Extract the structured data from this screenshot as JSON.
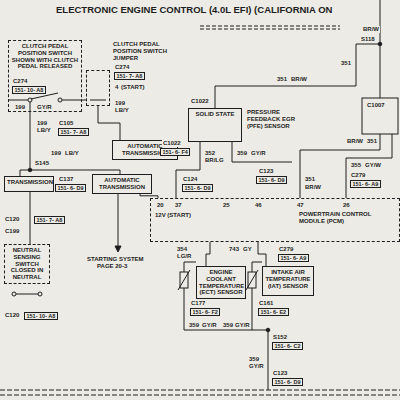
{
  "diagram": {
    "title": "ELECTRONIC ENGINE CONTROL (4.0L EFI) (CALIFORNIA ON",
    "nodes": [
      {
        "text": [
          "CLUTCH PEDAL POSITION SWITCH",
          "SHOWN WITH CLUTCH PEDAL RELEASED"
        ]
      },
      {
        "text": [
          "CLUTCH PEDAL POSITION SWITCH JUMPER"
        ]
      },
      {
        "text": [
          "AUTOMATIC TRANSMISSION"
        ]
      },
      {
        "text": [
          "SOLID STATE",
          "PRESSURE FEEDBACK EGR (PFE) SENSOR"
        ]
      },
      {
        "text": [
          "TRANSMISSION"
        ]
      },
      {
        "text": [
          "AUTOMATIC TRANSMISSION"
        ]
      },
      {
        "text": [
          "POWERTRAIN CONTROL MODULE (PCM)"
        ]
      },
      {
        "text": [
          "ENGINE COOLANT TEMPERATURE (ECT) SENSOR"
        ]
      },
      {
        "text": [
          "INTAKE AIR TEMPERATURE (IAT) SENSOR"
        ]
      },
      {
        "text": [
          "NEUTRAL SENSING SWITCH CLOSED IN NEUTRAL"
        ]
      }
    ],
    "edges": [
      {
        "from": 0,
        "to": 1,
        "arrow": "none"
      },
      {
        "from": 1,
        "to": 2,
        "arrow": "none"
      },
      {
        "from": 5,
        "to": 6,
        "arrow": "none"
      },
      {
        "from": 3,
        "to": 6,
        "arrow": "none"
      },
      {
        "from": 7,
        "to": 6,
        "arrow": "none"
      },
      {
        "from": 8,
        "to": 6,
        "arrow": "none"
      },
      {
        "from": 4,
        "to": 9,
        "arrow": "none"
      }
    ],
    "labels": [
      "C274",
      "151- 10- A8",
      "C274",
      "151- 7- A8",
      "4",
      "(START)",
      "199",
      "GY/R",
      "199",
      "LB/Y",
      "199",
      "LB/Y",
      "C105",
      "151- 7- A8",
      "199",
      "LB/Y",
      "S145",
      "C137",
      "151- 6- D9",
      "C120",
      "151- 7- A8",
      "C199",
      "STARTING SYSTEM",
      "PAGE 20-3",
      "C120",
      "151- 10- A8",
      "12V (START)",
      "C1022",
      "C1022",
      "151- 6- F4",
      "352",
      "BR/LG",
      "C124",
      "151- 6- D9",
      "359",
      "GY/R",
      "C123",
      "151- 6- D9",
      "351",
      "BR/W",
      "355",
      "GY/W",
      "C279",
      "151- 6- A9",
      "20",
      "37",
      "25",
      "46",
      "47",
      "26",
      "354",
      "LG/R",
      "743",
      "GY",
      "C279",
      "151- 6- A9",
      "C177",
      "151- 6- F2",
      "C161",
      "151- 6- E2",
      "359",
      "GY/R",
      "359",
      "GY/R",
      "S152",
      "151- 6- C2",
      "359",
      "GY/R",
      "C123",
      "151- 6- D9",
      "BR/W",
      "351",
      "S118",
      "351",
      "BR/W",
      "C1007",
      "BR/W",
      "351"
    ]
  }
}
